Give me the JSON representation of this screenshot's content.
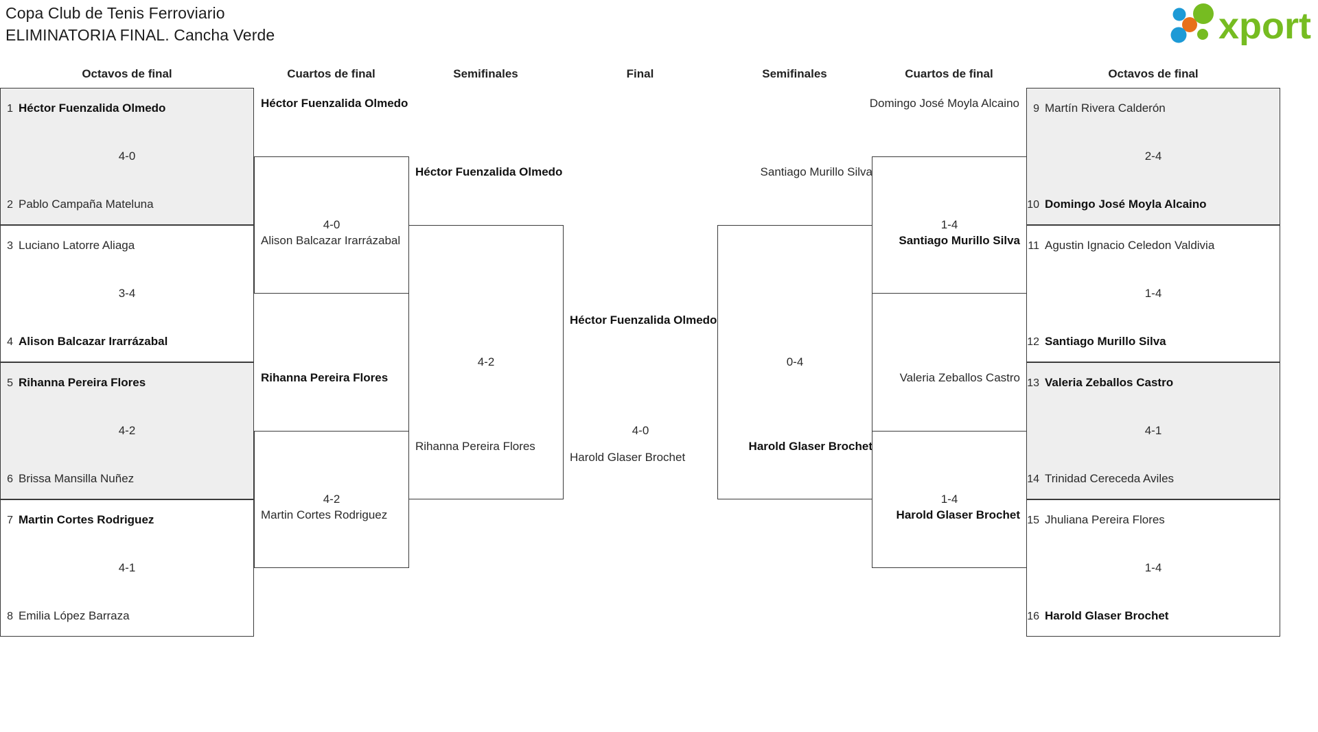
{
  "header": {
    "title_line1": "Copa Club de Tenis Ferroviario",
    "title_line2": "ELIMINATORIA FINAL. Cancha Verde",
    "logo_text": "xporty",
    "logo_colors": {
      "green": "#76bc21",
      "orange": "#e8701a",
      "blue": "#1d9ad6"
    }
  },
  "round_headers": {
    "r16_left": "Octavos de final",
    "qf_left": "Cuartos de final",
    "sf_left": "Semifinales",
    "final": "Final",
    "sf_right": "Semifinales",
    "qf_right": "Cuartos de final",
    "r16_right": "Octavos de final"
  },
  "bracket": {
    "r16_left": [
      {
        "shaded": true,
        "top": {
          "seed": "1",
          "name": "Héctor Fuenzalida Olmedo",
          "winner": true
        },
        "bottom": {
          "seed": "2",
          "name": "Pablo Campaña Mateluna",
          "winner": false
        },
        "score": "4-0"
      },
      {
        "shaded": false,
        "top": {
          "seed": "3",
          "name": "Luciano Latorre Aliaga",
          "winner": false
        },
        "bottom": {
          "seed": "4",
          "name": "Alison Balcazar Irarrázabal",
          "winner": true
        },
        "score": "3-4"
      },
      {
        "shaded": true,
        "top": {
          "seed": "5",
          "name": "Rihanna Pereira Flores",
          "winner": true
        },
        "bottom": {
          "seed": "6",
          "name": "Brissa Mansilla Nuñez",
          "winner": false
        },
        "score": "4-2"
      },
      {
        "shaded": false,
        "top": {
          "seed": "7",
          "name": "Martin Cortes Rodriguez",
          "winner": true
        },
        "bottom": {
          "seed": "8",
          "name": "Emilia López Barraza",
          "winner": false
        },
        "score": "4-1"
      }
    ],
    "qf_left": [
      {
        "top": {
          "name": "Héctor Fuenzalida Olmedo",
          "winner": true
        },
        "bottom": {
          "name": "Alison Balcazar Irarrázabal",
          "winner": false
        },
        "score": "4-0"
      },
      {
        "top": {
          "name": "Rihanna Pereira Flores",
          "winner": true
        },
        "bottom": {
          "name": "Martin Cortes Rodriguez",
          "winner": false
        },
        "score": "4-2"
      }
    ],
    "sf_left": [
      {
        "top": {
          "name": "Héctor Fuenzalida Olmedo",
          "winner": true
        },
        "bottom": {
          "name": "Rihanna Pereira Flores",
          "winner": false
        },
        "score": "4-2"
      }
    ],
    "final": [
      {
        "top": {
          "name": "Héctor Fuenzalida Olmedo",
          "winner": true
        },
        "bottom": {
          "name": "Harold Glaser Brochet",
          "winner": false
        },
        "score": "4-0"
      }
    ],
    "sf_right": [
      {
        "top": {
          "name": "Santiago Murillo Silva",
          "winner": false
        },
        "bottom": {
          "name": "Harold Glaser Brochet",
          "winner": true
        },
        "score": "0-4"
      }
    ],
    "qf_right": [
      {
        "top": {
          "name": "Domingo José Moyla Alcaino",
          "winner": false
        },
        "bottom": {
          "name": "Santiago Murillo Silva",
          "winner": true
        },
        "score": "1-4"
      },
      {
        "top": {
          "name": "Valeria Zeballos Castro",
          "winner": false
        },
        "bottom": {
          "name": "Harold Glaser Brochet",
          "winner": true
        },
        "score": "1-4"
      }
    ],
    "r16_right": [
      {
        "shaded": true,
        "top": {
          "seed": "9",
          "name": "Martín Rivera Calderón",
          "winner": false
        },
        "bottom": {
          "seed": "10",
          "name": "Domingo José Moyla Alcaino",
          "winner": true
        },
        "score": "2-4"
      },
      {
        "shaded": false,
        "top": {
          "seed": "11",
          "name": "Agustin Ignacio Celedon Valdivia",
          "winner": false
        },
        "bottom": {
          "seed": "12",
          "name": "Santiago Murillo Silva",
          "winner": true
        },
        "score": "1-4"
      },
      {
        "shaded": true,
        "top": {
          "seed": "13",
          "name": "Valeria Zeballos Castro",
          "winner": true
        },
        "bottom": {
          "seed": "14",
          "name": "Trinidad Cereceda Aviles",
          "winner": false
        },
        "score": "4-1"
      },
      {
        "shaded": false,
        "top": {
          "seed": "15",
          "name": "Jhuliana Pereira Flores",
          "winner": false
        },
        "bottom": {
          "seed": "16",
          "name": "Harold Glaser Brochet",
          "winner": true
        },
        "score": "1-4"
      }
    ]
  }
}
